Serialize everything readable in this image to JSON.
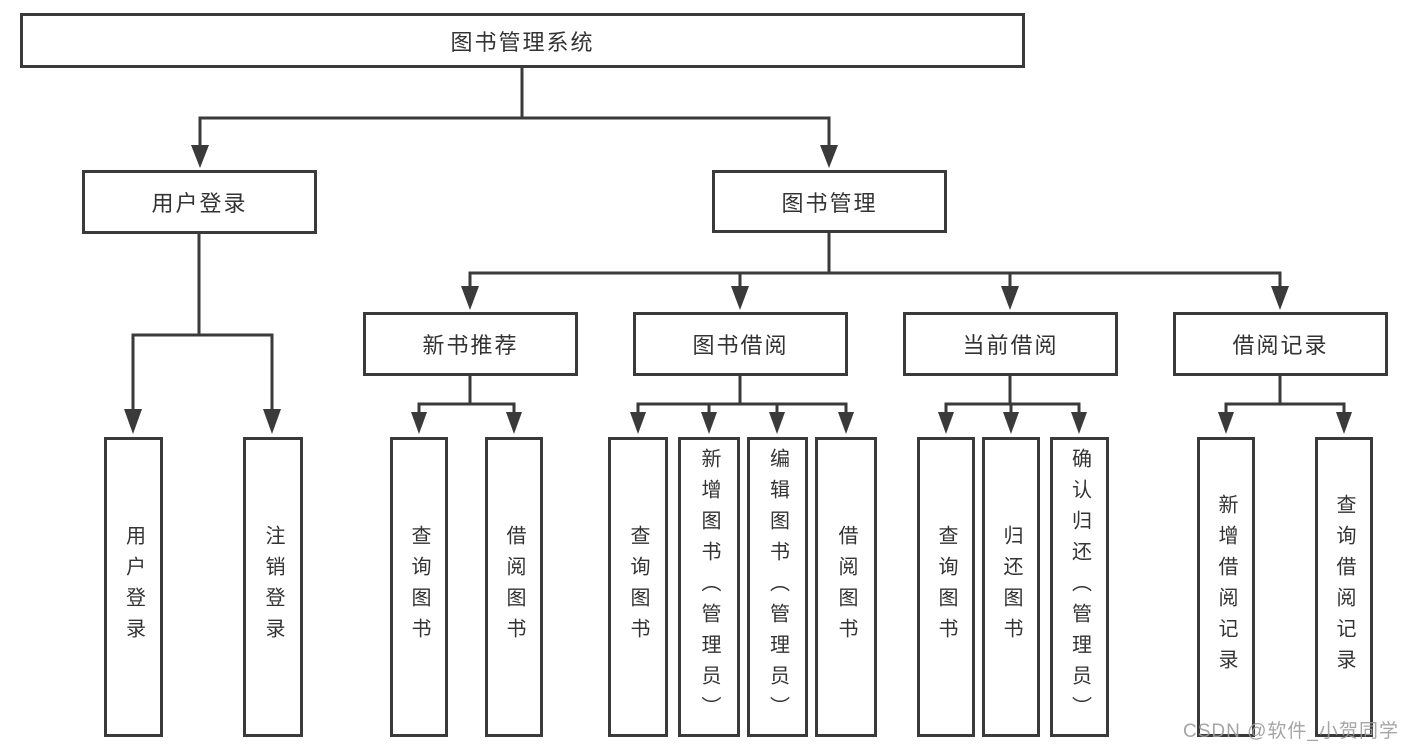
{
  "tree": {
    "root": {
      "label": "图书管理系统"
    },
    "login": {
      "label": "用户登录",
      "children": [
        {
          "label": "用户登录"
        },
        {
          "label": "注销登录"
        }
      ]
    },
    "manage": {
      "label": "图书管理",
      "children": [
        {
          "label": "新书推荐",
          "children": [
            {
              "label": "查询图书"
            },
            {
              "label": "借阅图书"
            }
          ]
        },
        {
          "label": "图书借阅",
          "children": [
            {
              "label": "查询图书"
            },
            {
              "label": "新增图书（管理员）"
            },
            {
              "label": "编辑图书（管理员）"
            },
            {
              "label": "借阅图书"
            }
          ]
        },
        {
          "label": "当前借阅",
          "children": [
            {
              "label": "查询图书"
            },
            {
              "label": "归还图书"
            },
            {
              "label": "确认归还（管理员）"
            }
          ]
        },
        {
          "label": "借阅记录",
          "children": [
            {
              "label": "新增借阅记录"
            },
            {
              "label": "查询借阅记录"
            }
          ]
        }
      ]
    }
  },
  "watermark": {
    "text": "CSDN @软件_小贺同学"
  },
  "colors": {
    "line": "#3a3a3a",
    "box_border": "#3a3a3a",
    "text": "#333333",
    "background": "#ffffff",
    "watermark": "#9b9b9b"
  }
}
